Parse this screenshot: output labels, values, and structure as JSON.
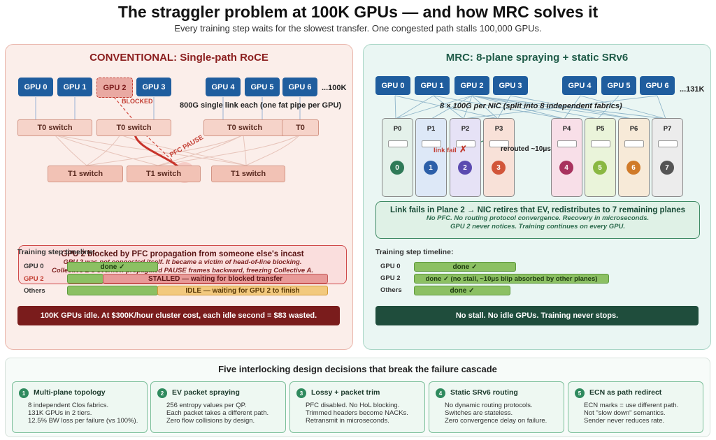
{
  "title": "The straggler problem at 100K GPUs — and how MRC solves it",
  "subtitle": "Every training step waits for the slowest transfer. One congested path stalls 100,000 GPUs.",
  "left": {
    "title": "CONVENTIONAL: Single-path RoCE",
    "gpus": [
      "GPU 0",
      "GPU 1",
      "GPU 2",
      "GPU 3",
      "GPU 4",
      "GPU 5",
      "GPU 6"
    ],
    "more": "...100K",
    "blocked_label": "BLOCKED",
    "link_note": "800G single link each (one fat pipe per GPU)",
    "t0": [
      "T0 switch",
      "T0 switch",
      "T0 switch",
      "T0"
    ],
    "t1": [
      "T1 switch",
      "T1 switch",
      "T1 switch"
    ],
    "pfc_label": "PFC PAUSE",
    "callout": {
      "heading": "GPU 2 blocked by PFC propagation from someone else's incast",
      "line1": "GPU 2 was not congested itself. It became a victim of head-of-line blocking.",
      "line2": "Collective B's overflow propagated PAUSE frames backward, freezing Collective A."
    },
    "timeline": {
      "title": "Training step timeline:",
      "rows": [
        "GPU 0",
        "GPU 2",
        "Others"
      ],
      "done": "done ✓",
      "stalled": "STALLED — waiting for blocked transfer",
      "idle": "IDLE — waiting for GPU 2 to finish"
    },
    "banner": "100K GPUs idle. At $300K/hour cluster cost, each idle second = $83 wasted."
  },
  "right": {
    "title": "MRC: 8-plane spraying + static SRv6",
    "gpus": [
      "GPU 0",
      "GPU 1",
      "GPU 2",
      "GPU 3",
      "GPU 4",
      "GPU 5",
      "GPU 6"
    ],
    "more": "...131K",
    "nic_note": "8 × 100G per NIC (split into 8 independent fabrics)",
    "planes": [
      "P0",
      "P1",
      "P2",
      "P3",
      "P4",
      "P5",
      "P6",
      "P7"
    ],
    "plane_nums": [
      "0",
      "1",
      "2",
      "3",
      "4",
      "5",
      "6",
      "7"
    ],
    "link_fail": "link fail",
    "fail_mark": "✗",
    "rerouted": "rerouted ~10μs",
    "callout": {
      "heading": "Link fails in Plane 2 → NIC retires that EV, redistributes to 7 remaining planes",
      "line1": "No PFC. No routing protocol convergence. Recovery in microseconds.",
      "line2": "GPU 2 never notices. Training continues on every GPU."
    },
    "timeline": {
      "title": "Training step timeline:",
      "rows": [
        "GPU 0",
        "GPU 2",
        "Others"
      ],
      "done": "done ✓",
      "gpu2": "done ✓ (no stall, ~10μs blip absorbed by other planes)"
    },
    "banner": "No stall. No idle GPUs. Training never stops."
  },
  "bottom": {
    "title": "Five interlocking design decisions that break the failure cascade",
    "cards": [
      {
        "num": "1",
        "title": "Multi-plane topology",
        "lines": [
          "8 independent Clos fabrics.",
          "131K GPUs in 2 tiers.",
          "12.5% BW loss per failure (vs 100%)."
        ]
      },
      {
        "num": "2",
        "title": "EV packet spraying",
        "lines": [
          "256 entropy values per QP.",
          "Each packet takes a different path.",
          "Zero flow collisions by design."
        ]
      },
      {
        "num": "3",
        "title": "Lossy + packet trim",
        "lines": [
          "PFC disabled. No HoL blocking.",
          "Trimmed headers become NACKs.",
          "Retransmit in microseconds."
        ]
      },
      {
        "num": "4",
        "title": "Static SRv6 routing",
        "lines": [
          "No dynamic routing protocols.",
          "Switches are stateless.",
          "Zero convergence delay on failure."
        ]
      },
      {
        "num": "5",
        "title": "ECN as path redirect",
        "lines": [
          "ECN marks = use different path.",
          "Not \"slow down\" semantics.",
          "Sender never reduces rate."
        ]
      }
    ]
  },
  "colors": {
    "gpu": "#1f5d9e",
    "left_accent": "#8b1e1e",
    "right_accent": "#1f5b48",
    "planes": [
      "#e4f1ea",
      "#dde8f7",
      "#e6e2f6",
      "#f8e1d8",
      "#f8dfe8",
      "#eaf4da",
      "#f7ead8",
      "#ececec"
    ],
    "plane_dots": [
      "#2f7a58",
      "#2c5fa8",
      "#5b4ab0",
      "#d2563a",
      "#a8335e",
      "#8ab843",
      "#d07b2a",
      "#555555"
    ]
  }
}
